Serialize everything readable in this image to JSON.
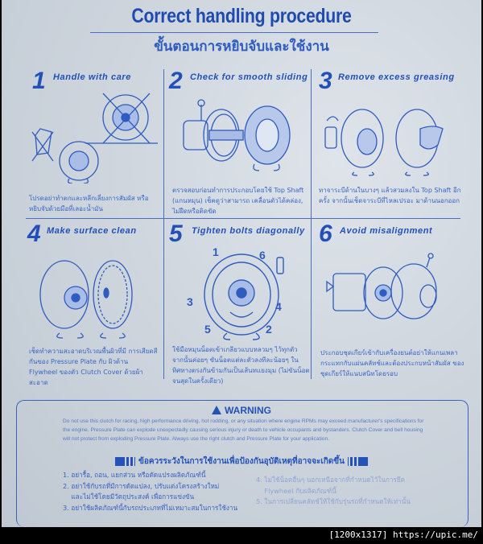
{
  "header": {
    "title": "Correct handling procedure",
    "subtitle": "ขั้นตอนการหยิบจับและใช้งาน"
  },
  "steps": [
    {
      "number": "1",
      "title": "Handle with care",
      "icon": "clutch-disc-dropped-crossed-out",
      "description": "โปรดอย่าทำตกและหลีกเลี่ยงการสัมผัส หรือหยิบจับด้วยมือที่เลอะน้ำมัน"
    },
    {
      "number": "2",
      "title": "Check for smooth sliding",
      "icon": "clutch-disc-on-top-shaft",
      "description": "ตรวจสอบก่อนทำการประกอบโดยใช้ Top Shaft (แกนหมุน) เช็คดูว่าสามารถ เคลื่อนตัวได้คล่อง, ไม่ฝืดหรือติดขัด"
    },
    {
      "number": "3",
      "title": "Remove excess greasing",
      "icon": "clutch-disc-wiping-grease",
      "description": "ทาจาระบีด้านในบางๆ แล้วสวมลงใน Top Shaft อีกครั้ง จากนั้นเช็ดจาระบีที่ไหลเปรอะ มาด้านนอกออก"
    },
    {
      "number": "4",
      "title": "Make surface clean",
      "icon": "clean-pressure-plate-flywheel",
      "description": "เช็ดทำความสะอาดบริเวณพื้นผิวที่มี การเสียดสีกันของ Pressure Plate กับ ผิวด้าน Flywheel ของตัว Clutch Cover ด้วยผ้าสะอาด"
    },
    {
      "number": "5",
      "title": "Tighten bolts diagonally",
      "icon": "bolt-tightening-order",
      "bolt_order": [
        "1",
        "6",
        "3",
        "4",
        "5",
        "2"
      ],
      "description": "ใช้มือหมุนน็อตเข้าเกลียวแบบหลวมๆ ไว้ทุกตัว จากนั้นค่อยๆ ขันน็อตแต่ละตัวลงทีละน้อยๆ ในทิศทางตรงกันข้ามกันเป็นเส้นทแยงมุม (ไม่ขันน็อตจนสุดในครั้งเดียว)"
    },
    {
      "number": "6",
      "title": "Avoid misalignment",
      "icon": "gearbox-engine-misalignment",
      "description": "ประกอบชุดเกียร์เข้ากับเครื่องยนต์อย่าให้แกนเพลา กระแทกกับแผ่นคลัทช์และต้องประกบหน้าสัมผัส ของชุดเกียร์ให้แนบสนิทโดยรอบ"
    }
  ],
  "warning": {
    "heading": "WARNING",
    "icon": "warning-triangle-icon",
    "text": "Do not use this clutch for racing, high performance driving, hot rodding, or any situation where engine RPMs may exceed manufacturer's specifications for the engine. Pressure Plate can explode unexpectedly causing serious injury or death to vehicle occupants and bystanders. Clutch Cover and bell housing will not protect from exploding Pressure Plate. Always use the right clutch and Pressure Plate for your application."
  },
  "caution": {
    "heading": "ข้อควรระวังในการใช้งานเพื่อป้องกันอุบัติเหตุที่อาจจะเกิดขึ้น",
    "left_items": [
      "1. อย่ารื้อ, ถอน, แยกส่วน หรือดัดแปรงผลิตภัณฑ์นี้",
      "2. อย่าใช้กับรถที่มีการดัดแปลง, ปรับแต่งโครงสร้างใหม่",
      "    และไม่ใช้โดยมีวัตถุประสงค์ เพื่อการแข่งขัน",
      "3. อย่าใช้ผลิตภัณฑ์นี้กับรถประเภทที่ไม่เหมาะสมในการใช้งาน"
    ],
    "right_items": [
      "4. ไม่ใช้น็อตอื่นๆ นอกเหนือจากที่กำหนดไว้ในการยึด",
      "    Flywheel กับผลิตภัณฑ์นี้",
      "5. ในการเปลี่ยนคลัทช์ให้ใช้กับรุ่นรถที่กำหนดให้เท่านั้น"
    ]
  },
  "footer": {
    "caption": "[1200x1317] https://upic.me/"
  },
  "colors": {
    "ink_blue": "#2350b8",
    "background": "#d3dae2",
    "frame": "#000000"
  }
}
